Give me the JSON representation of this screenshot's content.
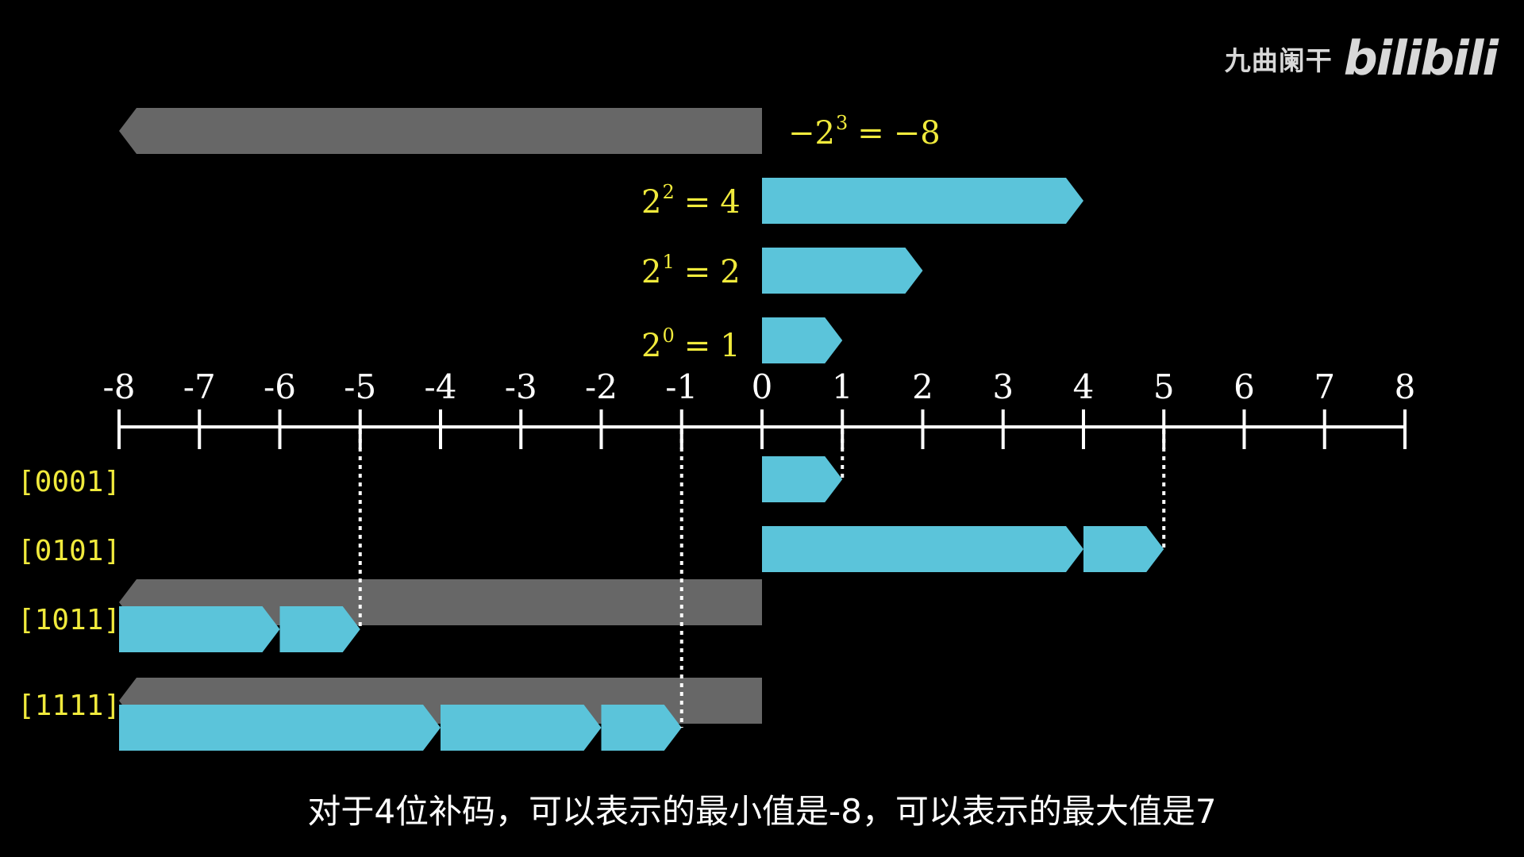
{
  "watermark": {
    "channel": "九曲阑干",
    "logo": "bilibili"
  },
  "formulas": [
    {
      "base": "−2",
      "exp": "3",
      "rhs": "−8"
    },
    {
      "base": "2",
      "exp": "2",
      "rhs": "4"
    },
    {
      "base": "2",
      "exp": "1",
      "rhs": "2"
    },
    {
      "base": "2",
      "exp": "0",
      "rhs": "1"
    }
  ],
  "number_line": {
    "min": -8,
    "max": 8,
    "tick_labels": [
      "-8",
      "-7",
      "-6",
      "-5",
      "-4",
      "-3",
      "-2",
      "-1",
      "0",
      "1",
      "2",
      "3",
      "4",
      "5",
      "6",
      "7",
      "8"
    ]
  },
  "place_values": [
    {
      "bit": 3,
      "value": -8
    },
    {
      "bit": 2,
      "value": 4
    },
    {
      "bit": 1,
      "value": 2
    },
    {
      "bit": 0,
      "value": 1
    }
  ],
  "binary_examples": [
    {
      "label": "[0001]",
      "value": 1,
      "segments": [
        1
      ]
    },
    {
      "label": "[0101]",
      "value": 5,
      "segments": [
        4,
        1
      ]
    },
    {
      "label": "[1011]",
      "value": -5,
      "base": -8,
      "segments": [
        2,
        1
      ]
    },
    {
      "label": "[1111]",
      "value": -1,
      "base": -8,
      "segments": [
        4,
        2,
        1
      ]
    }
  ],
  "colors": {
    "positive": "#5bc4da",
    "negative": "#676767",
    "label": "#f0ea3c",
    "axis": "#ffffff"
  },
  "caption": "对于4位补码，可以表示的最小值是-8，可以表示的最大值是7"
}
